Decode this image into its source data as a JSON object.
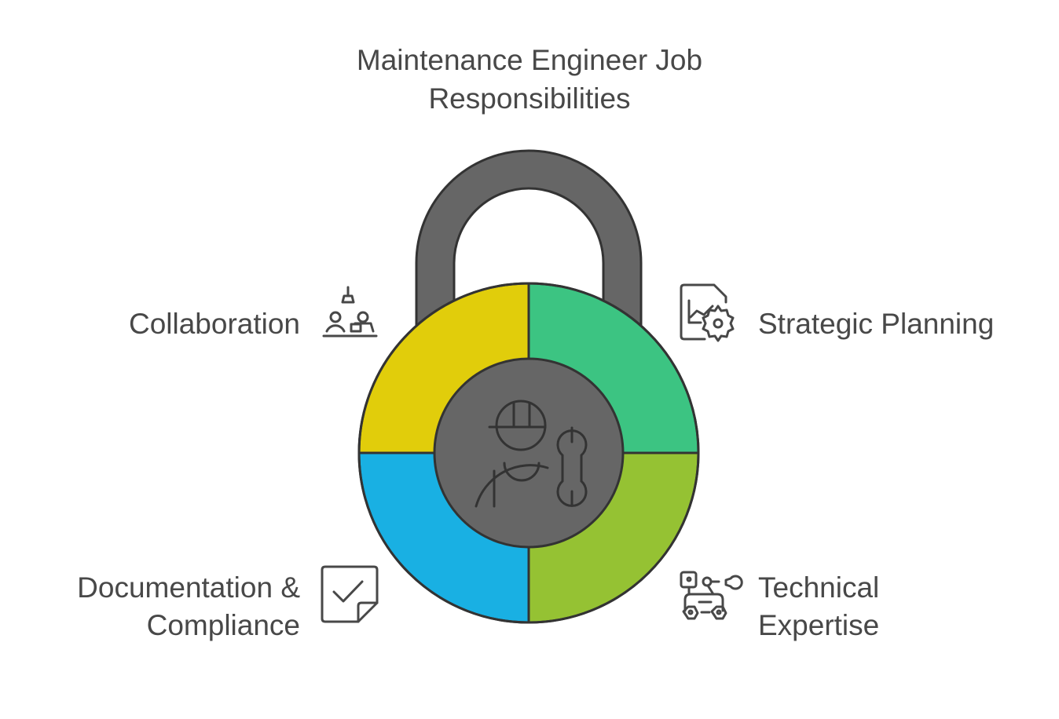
{
  "title": {
    "line1": "Maintenance Engineer Job",
    "line2": "Responsibilities"
  },
  "center": {
    "icon": "maintenance-worker-with-wrench-icon",
    "color": "#666666"
  },
  "shackle": {
    "color": "#666666"
  },
  "outline_color": "#333333",
  "segments": [
    {
      "id": "collaboration",
      "label_line1": "Collaboration",
      "label_line2": "",
      "position": "top-left",
      "color": "#E1CD0B",
      "icon": "team-collaboration-icon"
    },
    {
      "id": "strategic-planning",
      "label_line1": "Strategic Planning",
      "label_line2": "",
      "position": "top-right",
      "color": "#3CC482",
      "icon": "document-chart-gear-icon"
    },
    {
      "id": "technical-expertise",
      "label_line1": "Technical",
      "label_line2": "Expertise",
      "position": "bottom-right",
      "color": "#95C233",
      "icon": "robot-rover-arm-icon"
    },
    {
      "id": "documentation-compliance",
      "label_line1": "Documentation &",
      "label_line2": "Compliance",
      "position": "bottom-left",
      "color": "#19B0E3",
      "icon": "checkmark-note-icon"
    }
  ]
}
